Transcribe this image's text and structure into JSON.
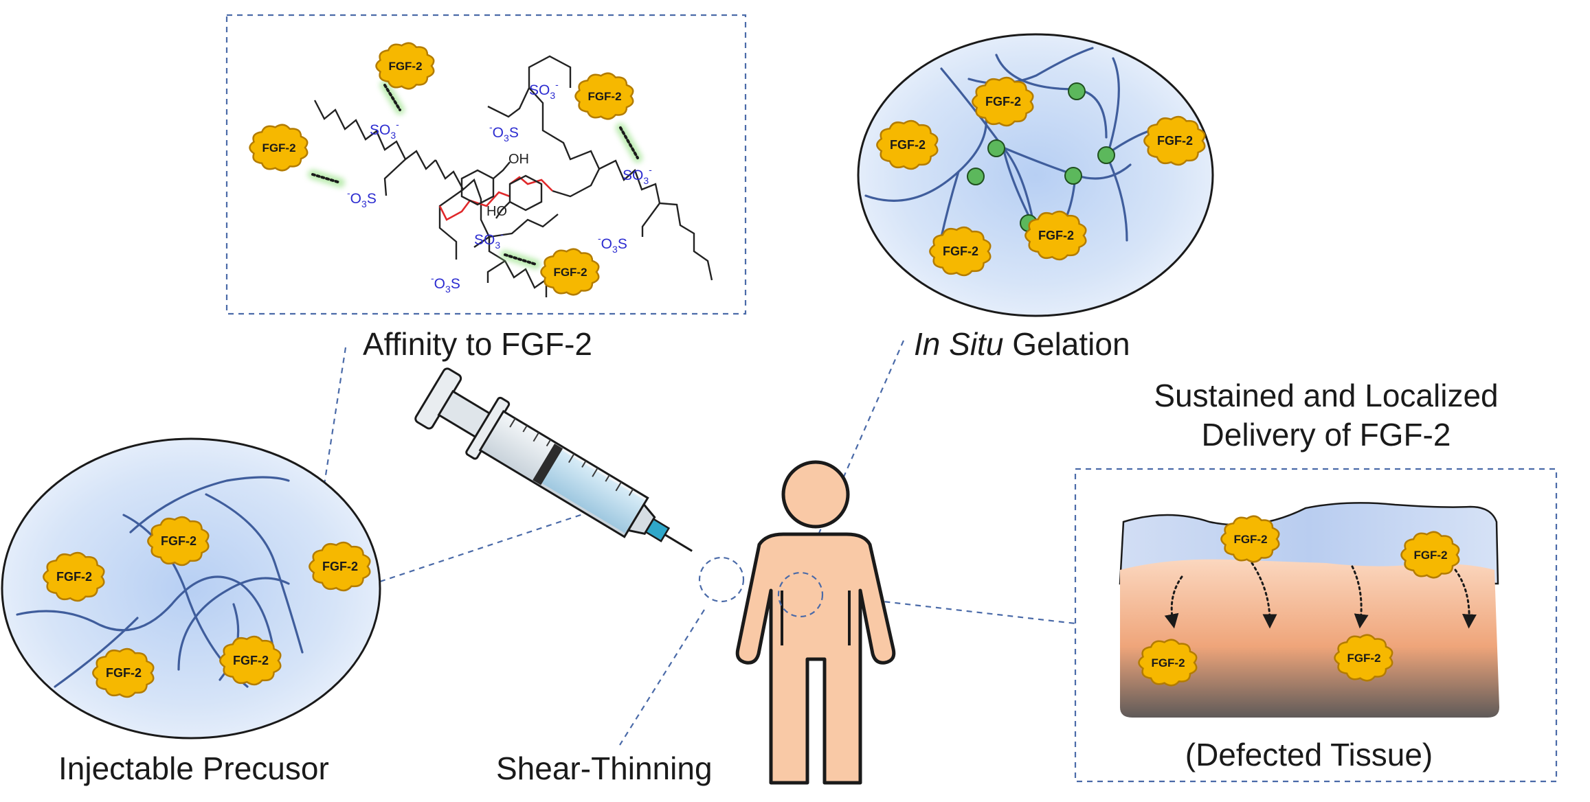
{
  "labels": {
    "affinity": "Affinity to FGF-2",
    "gelation_italic": "In Situ",
    "gelation_rest": " Gelation",
    "sustained_line1": "Sustained and Localized",
    "sustained_line2": "Delivery of FGF-2",
    "defected": "(Defected Tissue)",
    "injectable": "Injectable Precusor",
    "shear": "Shear-Thinning"
  },
  "protein_label": "FGF-2",
  "chem": {
    "so3": "SO",
    "sub3": "3",
    "minus": "-",
    "o3s_pre": "-",
    "o3s_o": "O",
    "o3s_s": "S",
    "oh": "OH",
    "ho": "HO"
  },
  "colors": {
    "protein_fill": "#f6b800",
    "protein_stroke": "#b37c00",
    "fiber": "#3f5d9c",
    "crosslink": "#5cb85c",
    "tyramine": "#e0282a",
    "sulfonate": "#2b2bd0",
    "dash": "#4a6aa8",
    "skin": "#f9c9a6"
  }
}
